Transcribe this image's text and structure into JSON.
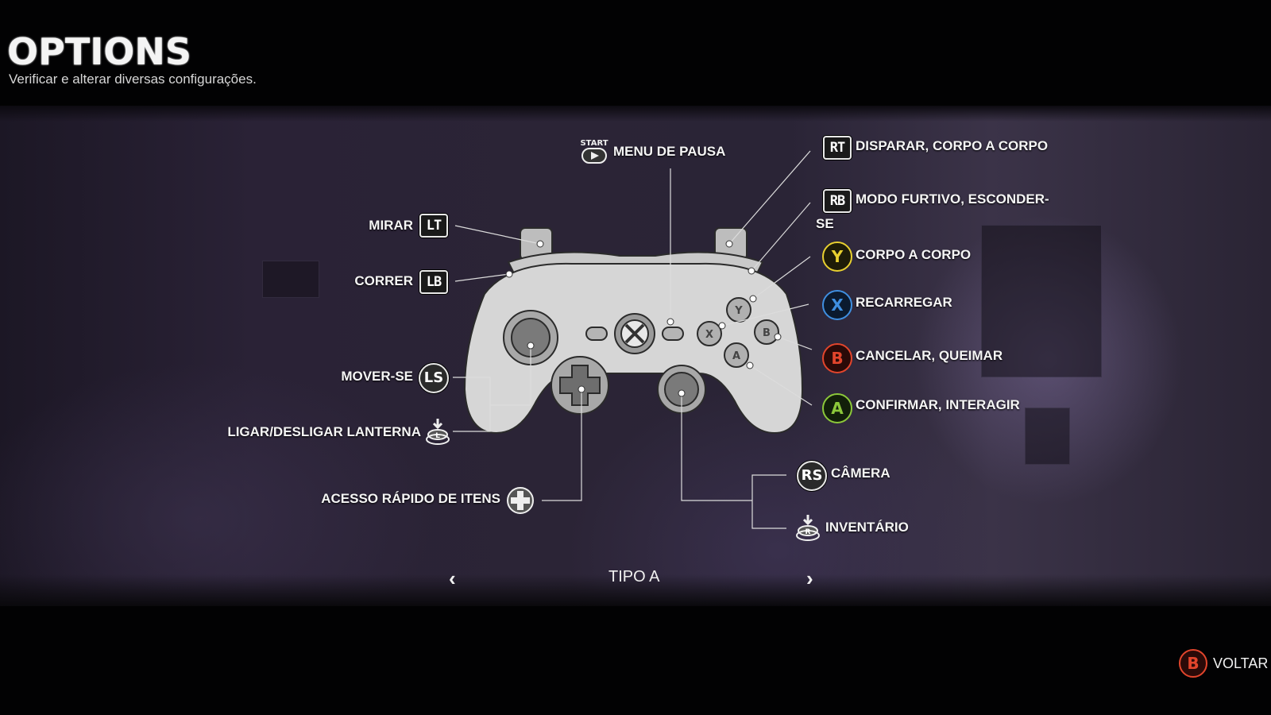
{
  "header": {
    "title": "OPTIONS",
    "subtitle": "Verificar e alterar diversas configurações."
  },
  "controls": {
    "left": [
      {
        "label": "MIRAR",
        "button": "LT"
      },
      {
        "label": "CORRER",
        "button": "LB"
      },
      {
        "label": "MOVER-SE",
        "button": "LS"
      },
      {
        "label": "LIGAR/DESLIGAR LANTERNA",
        "button": "L-click"
      },
      {
        "label": "ACESSO RÁPIDO DE ITENS",
        "button": "D-pad"
      }
    ],
    "top": {
      "label": "MENU DE PAUSA",
      "button": "START"
    },
    "right": [
      {
        "label": "DISPARAR, CORPO A CORPO",
        "button": "RT"
      },
      {
        "label": "MODO FURTIVO, ESCONDER-",
        "label2": "SE",
        "button": "RB"
      },
      {
        "label": "CORPO A CORPO",
        "button": "Y"
      },
      {
        "label": "RECARREGAR",
        "button": "X"
      },
      {
        "label": "CANCELAR, QUEIMAR",
        "button": "B"
      },
      {
        "label": "CONFIRMAR, INTERAGIR",
        "button": "A"
      },
      {
        "label": "CÂMERA",
        "button": "RS"
      },
      {
        "label": "INVENTÁRIO",
        "button": "R-click"
      }
    ]
  },
  "layout_selector": {
    "value": "TIPO A",
    "prev_icon": "chevron-left-icon",
    "next_icon": "chevron-right-icon"
  },
  "footer": {
    "back_button": "B",
    "back_label": "VOLTAR"
  },
  "colors": {
    "y": "#e8d030",
    "x": "#3f8fe0",
    "b": "#e2452c",
    "a": "#8cc83a"
  }
}
